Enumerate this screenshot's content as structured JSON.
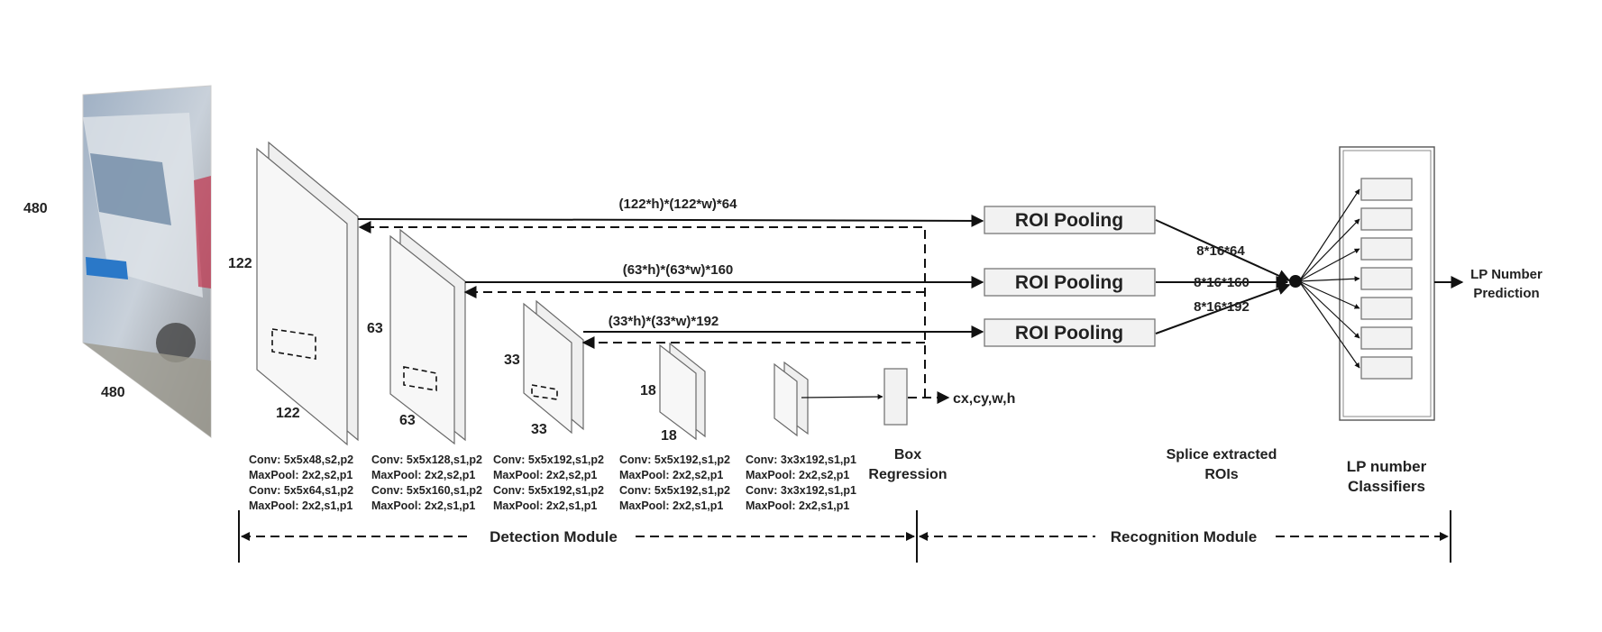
{
  "input": {
    "height_label": "480",
    "width_label": "480"
  },
  "layers": [
    {
      "h": "122",
      "w": "122",
      "config": [
        "Conv: 5x5x48,s2,p2",
        "MaxPool: 2x2,s2,p1",
        "Conv: 5x5x64,s1,p2",
        "MaxPool: 2x2,s1,p1"
      ]
    },
    {
      "h": "63",
      "w": "63",
      "config": [
        "Conv: 5x5x128,s1,p2",
        "MaxPool: 2x2,s2,p1",
        "Conv: 5x5x160,s1,p2",
        "MaxPool: 2x2,s1,p1"
      ]
    },
    {
      "h": "33",
      "w": "33",
      "config": [
        "Conv: 5x5x192,s1,p2",
        "MaxPool: 2x2,s2,p1",
        "Conv: 5x5x192,s1,p2",
        "MaxPool: 2x2,s1,p1"
      ]
    },
    {
      "h": "18",
      "w": "18",
      "config": [
        "Conv: 5x5x192,s1,p2",
        "MaxPool: 2x2,s2,p1",
        "Conv: 5x5x192,s1,p2",
        "MaxPool: 2x2,s1,p1"
      ]
    },
    {
      "config": [
        "Conv: 3x3x192,s1,p1",
        "MaxPool: 2x2,s2,p1",
        "Conv: 3x3x192,s1,p1",
        "MaxPool: 2x2,s1,p1"
      ]
    }
  ],
  "feature_maps": [
    "(122*h)*(122*w)*64",
    "(63*h)*(63*w)*160",
    "(33*h)*(33*w)*192"
  ],
  "roi_pooling_label": "ROI Pooling",
  "pooled_sizes": [
    "8*16*64",
    "8*16*160",
    "8*16*192"
  ],
  "box_regression": {
    "line1": "Box",
    "line2": "Regression",
    "output": "cx,cy,w,h"
  },
  "splice": {
    "line1": "Splice extracted",
    "line2": "ROIs"
  },
  "classifiers": {
    "line1": "LP number",
    "line2": "Classifiers",
    "count": 7
  },
  "prediction": {
    "line1": "LP Number",
    "line2": "Prediction"
  },
  "modules": {
    "detection": "Detection Module",
    "recognition": "Recognition Module"
  }
}
